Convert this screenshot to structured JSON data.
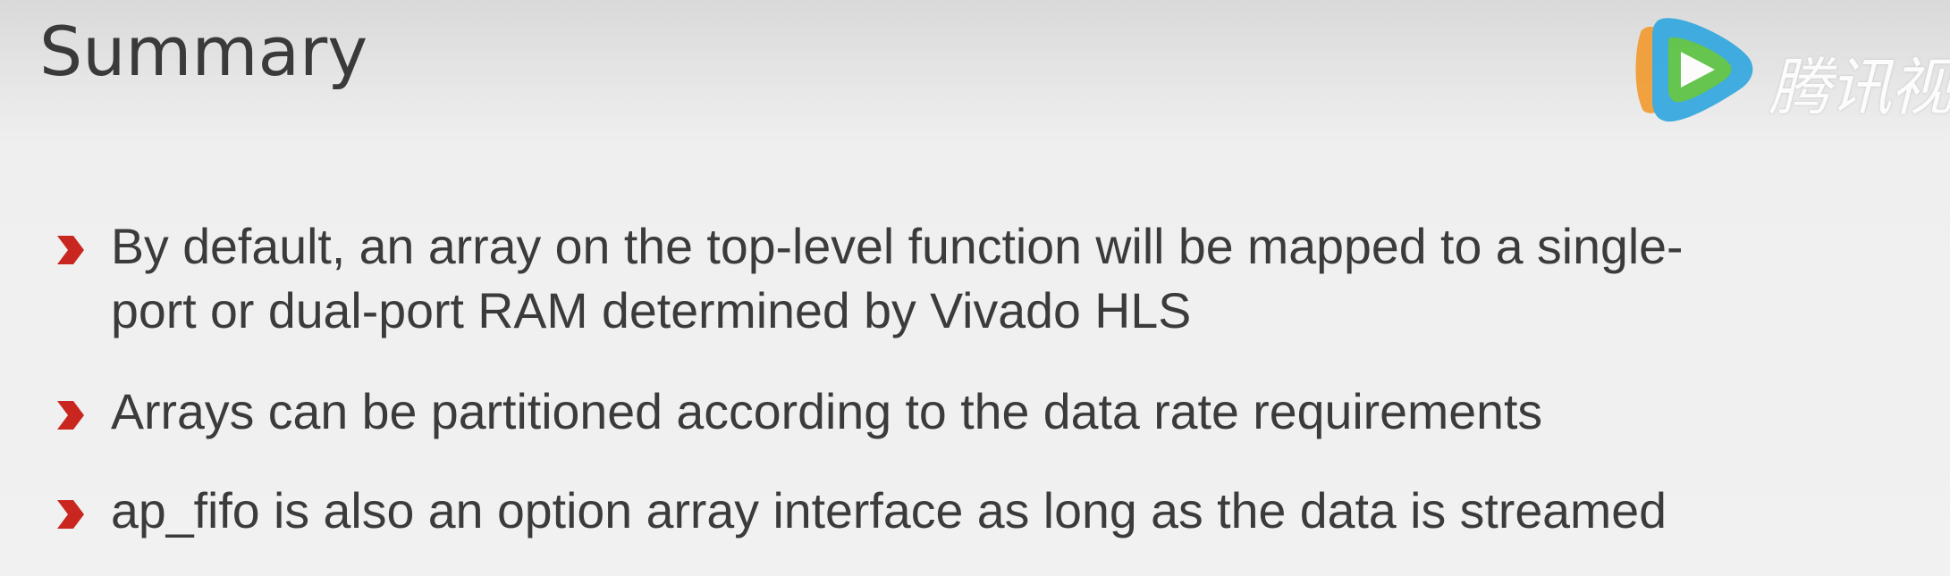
{
  "slide": {
    "title": "Summary",
    "watermark": {
      "logo": "tencent-video-play-icon",
      "text": "腾讯视"
    },
    "bullets": [
      {
        "icon": "chevron-right-icon",
        "lines": [
          "By default, an array on the top-level function will be mapped to a single-",
          "port or dual-port RAM determined by Vivado HLS"
        ]
      },
      {
        "icon": "chevron-right-icon",
        "lines": [
          "Arrays can be partitioned according to the data rate requirements"
        ]
      },
      {
        "icon": "chevron-right-icon",
        "lines": [
          "ap_fifo is also an option array interface as long as the data is streamed"
        ]
      }
    ]
  },
  "colors": {
    "text": "#3b3b3b",
    "bullet_arrow": "#c8261e",
    "background": "#f1f1f1"
  }
}
